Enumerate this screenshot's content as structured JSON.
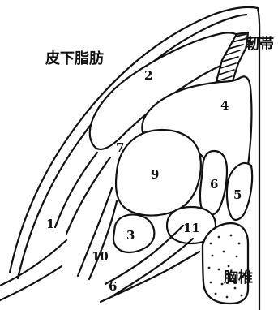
{
  "labels": {
    "subcutaneous_fat": "皮下脂肪",
    "ligament": "靭帯",
    "thoracic_vertebra": "胸椎"
  },
  "regions": {
    "r1": "1",
    "r2": "2",
    "r3": "3",
    "r4": "4",
    "r5": "5",
    "r6a": "6",
    "r6b": "6",
    "r7": "7",
    "r9": "9",
    "r10": "10",
    "r11": "11"
  }
}
